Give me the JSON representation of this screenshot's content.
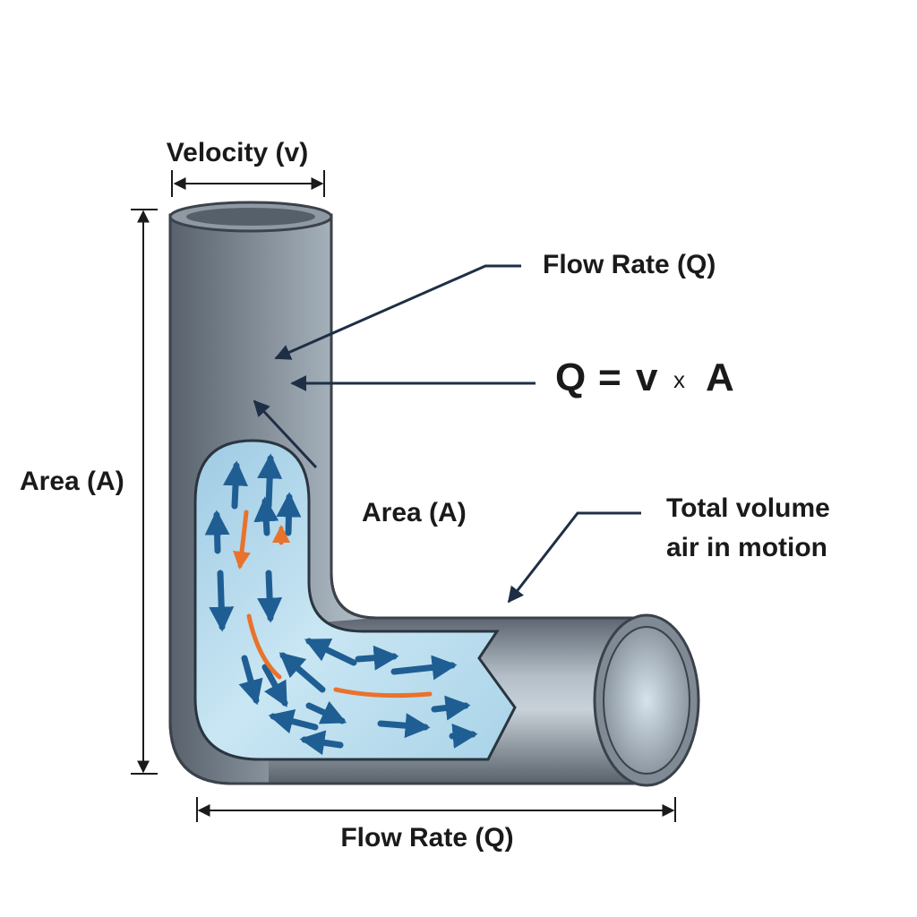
{
  "labels": {
    "velocity": "Velocity (v)",
    "flow_rate_top": "Flow Rate (Q)",
    "equation_q": "Q",
    "equation_eq": "=",
    "equation_v": "v",
    "equation_times": "x",
    "equation_a": "A",
    "area_left": "Area (A)",
    "area_inner": "Area (A)",
    "total_volume_line1": "Total volume",
    "total_volume_line2": "air in motion",
    "flow_rate_bottom": "Flow Rate (Q)"
  },
  "colors": {
    "pipe": "#7b8590",
    "pipe_dark": "#3b424a",
    "water": "#bfe0ef",
    "flow_arrow": "#1f5e93",
    "accent_arrow": "#e9722c",
    "leader": "#1e2f45",
    "text": "#1a1a1a"
  }
}
